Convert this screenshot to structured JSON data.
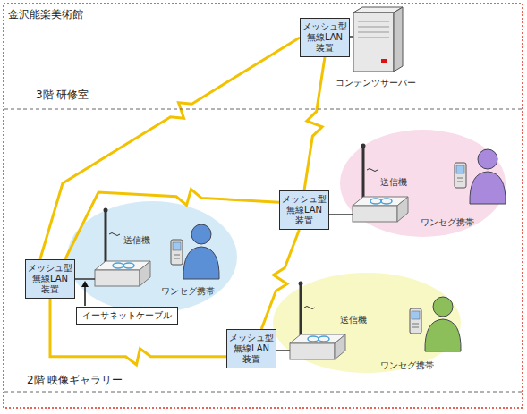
{
  "diagram": {
    "title": "金沢能楽美術館",
    "nodes": [
      {
        "text": [
          "メッシュ型 無線LAN 装置"
        ]
      },
      {
        "text": [
          "送信機",
          "ワンセグ携帯"
        ]
      },
      {
        "text": [
          "メッシュ型 無線LAN 装置"
        ]
      },
      {
        "text": [
          "送信機",
          "ワンセグ携帯"
        ]
      },
      {
        "text": [
          "メッシュ型 無線LAN 装置"
        ]
      },
      {
        "text": [
          "イーサネットケーブル"
        ]
      },
      {
        "text": [
          "送信機",
          "ワンセグ携帯"
        ]
      },
      {
        "text": [
          "メッシュ型 無線LAN 装置"
        ]
      }
    ],
    "edges": [
      {
        "from": 0,
        "to": 2,
        "arrow": "none"
      },
      {
        "from": 0,
        "to": 4,
        "arrow": "none"
      },
      {
        "from": 4,
        "to": 2,
        "arrow": "none"
      },
      {
        "from": 2,
        "to": 7,
        "arrow": "none"
      },
      {
        "from": 4,
        "to": 7,
        "arrow": "none"
      }
    ],
    "labels": [
      "コンテンツサーバー",
      "3階 研修室",
      "2階 映像ギャラリー"
    ]
  }
}
